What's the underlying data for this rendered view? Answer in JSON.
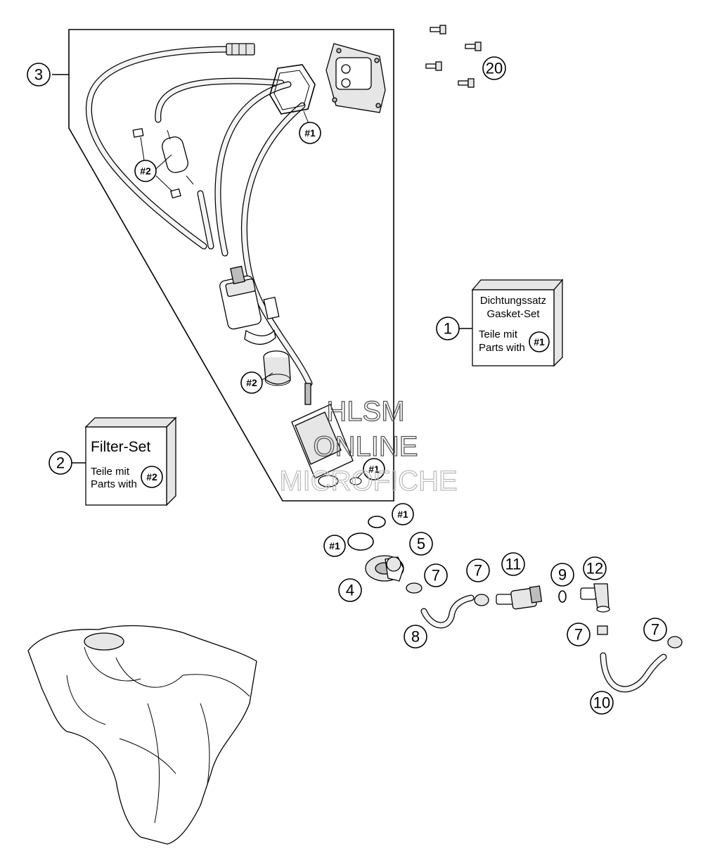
{
  "callouts": {
    "n1": "1",
    "n2": "2",
    "n3": "3",
    "n4": "4",
    "n5": "5",
    "n7": "7",
    "n8": "8",
    "n9": "9",
    "n10": "10",
    "n11": "11",
    "n12": "12",
    "n20": "20"
  },
  "refs": {
    "r1": "#1",
    "r2": "#2"
  },
  "gasket_box": {
    "line1": "Dichtungssatz",
    "line2": "Gasket-Set",
    "line3": "Teile mit",
    "line4": "Parts with",
    "ref": "#1"
  },
  "filter_box": {
    "title": "Filter-Set",
    "line1": "Teile mit",
    "line2": "Parts with",
    "ref": "#2"
  },
  "watermark": {
    "line1": "HLSM",
    "line2": "ONLINE",
    "line3": "MICROFICHE"
  }
}
